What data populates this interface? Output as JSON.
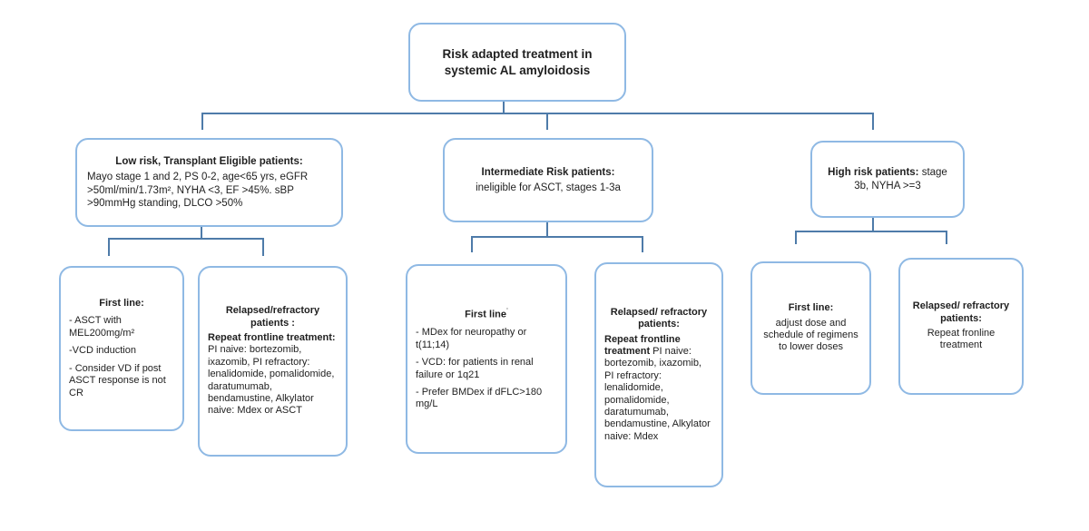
{
  "colors": {
    "box_border": "#8fb9e4",
    "connector": "#4e7ba9",
    "text": "#1f1f1f",
    "background": "#ffffff"
  },
  "root": {
    "title": "Risk adapted treatment in systemic AL amyloidosis"
  },
  "level2": {
    "low": {
      "heading": "Low risk, Transplant Eligible patients:",
      "body": "Mayo stage 1 and 2, PS 0-2, age<65 yrs, eGFR >50ml/min/1.73m², NYHA <3, EF >45%. sBP >90mmHg standing, DLCO >50%"
    },
    "intermediate": {
      "heading": "Intermediate Risk patients:",
      "body": "ineligible for ASCT, stages 1-3a"
    },
    "high": {
      "heading": "High risk patients:",
      "body": " stage 3b, NYHA >=3"
    }
  },
  "level3": {
    "low_first": {
      "heading": "First line:",
      "items": [
        "- ASCT with MEL200mg/m²",
        "-VCD induction",
        "- Consider VD if post ASCT response is not CR"
      ]
    },
    "low_relapsed": {
      "heading": "Relapsed/refractory patients :",
      "bold_lead": "Repeat frontline treatment:",
      "rest": " PI naive: bortezomib, ixazomib, PI refractory: lenalidomide, pomalidomide, daratumumab, bendamustine, Alkylator naive: Mdex or ASCT"
    },
    "mid_first": {
      "heading": "First line",
      "mark": "'",
      "items": [
        "- MDex for neuropathy or t(11;14)",
        "- VCD: for patients in renal failure or 1q21",
        "- Prefer BMDex if dFLC>180 mg/L"
      ]
    },
    "mid_relapsed": {
      "heading": "Relapsed/ refractory patients:",
      "bold_lead": "Repeat frontline treatment",
      "rest": " PI naive: bortezomib, ixazomib, PI refractory: lenalidomide, pomalidomide, daratumumab, bendamustine, Alkylator naive: Mdex"
    },
    "high_first": {
      "heading": "First line:",
      "body": "adjust dose and schedule of regimens to lower doses"
    },
    "high_relapsed": {
      "heading": "Relapsed/ refractory patients:",
      "body": "Repeat fronline treatment"
    }
  }
}
